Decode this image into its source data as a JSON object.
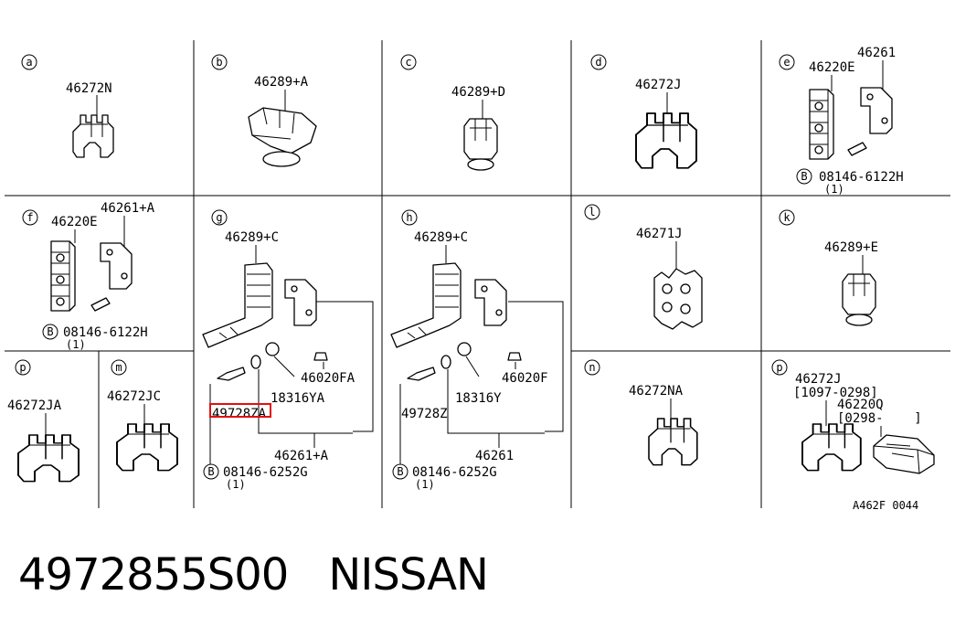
{
  "panels": {
    "a": {
      "letter": "a",
      "part": "46272N"
    },
    "b": {
      "letter": "b",
      "part": "46289+A"
    },
    "c": {
      "letter": "c",
      "part": "46289+D"
    },
    "d": {
      "letter": "d",
      "part": "46272J"
    },
    "e": {
      "letter": "e",
      "part_top": "46261",
      "part_clip": "46220E",
      "bolt_b": "B",
      "bolt": "08146-6122H",
      "qty": "(1)"
    },
    "f": {
      "letter": "f",
      "part_clip": "46220E",
      "part_top": "46261+A",
      "bolt_b": "B",
      "bolt": "08146-6122H",
      "qty": "(1)"
    },
    "g": {
      "letter": "g",
      "part_clip": "46289+C",
      "grommet": "46020FA",
      "washer": "18316YA",
      "bolt_small": "49728ZA",
      "bracket": "46261+A",
      "bolt_b": "B",
      "bolt": "08146-6252G",
      "qty": "(1)"
    },
    "h": {
      "letter": "h",
      "part_clip": "46289+C",
      "grommet": "46020F",
      "washer": "18316Y",
      "bolt_small": "49728Z",
      "bracket": "46261",
      "bolt_b": "B",
      "bolt": "08146-6252G",
      "qty": "(1)"
    },
    "l": {
      "letter": "l",
      "part": "46271J"
    },
    "k": {
      "letter": "k",
      "part": "46289+E"
    },
    "p1": {
      "letter": "p",
      "part": "46272JA"
    },
    "m": {
      "letter": "m",
      "part": "46272JC"
    },
    "n": {
      "letter": "n",
      "part": "46272NA"
    },
    "p2": {
      "letter": "p",
      "part1": "46272J",
      "range1": "[1097-0298]",
      "part2": "46220Q",
      "range2": "[0298-    ]"
    }
  },
  "diagram_code": "A462F 0044",
  "footer": {
    "part_number": "4972855S00",
    "brand": "NISSAN"
  },
  "highlight_color": "#e01010"
}
